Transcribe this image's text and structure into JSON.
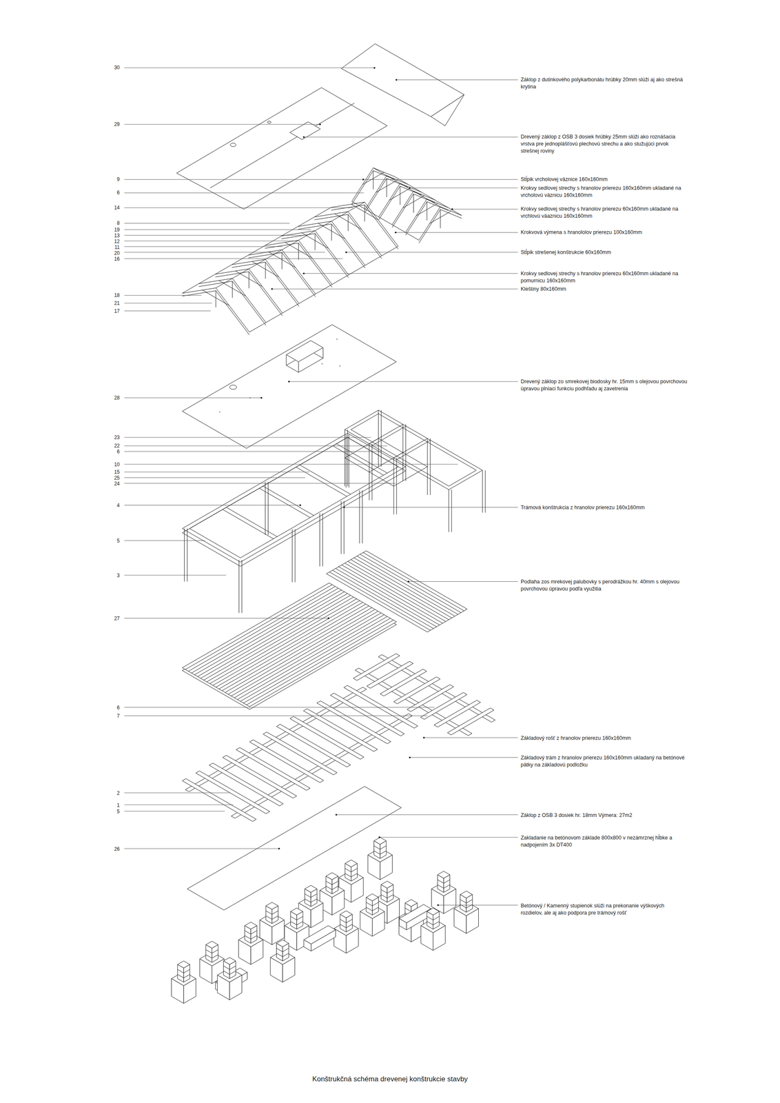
{
  "diagram": {
    "caption": "Konštrukčná schéma drevenej konštrukcie stavby",
    "labels": [
      "30",
      "Záklop z dutinkového polykarbonátu hrúbky 20mm slúži aj ako strešná krytina",
      "29",
      "Drevený záklop z OSB 3 dosiek hrúbky 25mm slúži ako roznášacia vrstva pre jednoplášťovú plechovú strechu a ako stužujúci prvok strešnej roviny",
      "9",
      "Stĺpik vrcholovej väznice 160x160mm",
      "6",
      "Krokvy sedlovej strechy s hranolov prierezu 160x160mm ukladané na vrcholovú väznicu 160x160mm",
      "14",
      "Krokvy sedlovej strechy s hranolov prierezu 60x160mm ukladané na vrchlovú väaznicu 160x160mm",
      "8",
      "19",
      "13",
      "12",
      "11",
      "20",
      "16",
      "Krokvová výmena s hranololov prierezu 100x160mm",
      "Stĺpik strešenej konštrukcie 60x160mm",
      "Krokvy sedlovej strechy s hranolov prierezu 60x160mm ukladané na pomurnicu 160x160mm",
      "Kleštiny 80x160mm",
      "18",
      "21",
      "17",
      "Drevený záklop zo smrekovej biodosky hr. 15mm s olejovou povrchovou úpravou plniaci funkciu podhľadu aj zavetrenia",
      "28",
      "23",
      "22",
      "6",
      "10",
      "15",
      "25",
      "24",
      "4",
      "Trámová konštrukcia z hranolov prierezu 160x160mm",
      "5",
      "3",
      "Podlaha zos mrekovej palubovky s perodrážkou hr. 40mm s olejovou povrchovou úpravou podľa využitia",
      "27",
      "6",
      "7",
      "Základový rošť z hranolov prierezu 160x160mm",
      "Základový trám z hranolov prierezu 160x160mm ukladaný na betónové pätky na základovú podložku",
      "2",
      "1",
      "5",
      "Záklop z OSB 3 dosiek hr. 18mm Výmera: 27m2",
      "Zakladanie na betónovom základe 800x800 v nezámrznej hĺbke a nadpojením 3x DT400",
      "26",
      "Betónový / Kamenný stupienok slúži na prekonanie výškových rozdielov, ale aj ako podpora pre trámový rošť"
    ]
  }
}
